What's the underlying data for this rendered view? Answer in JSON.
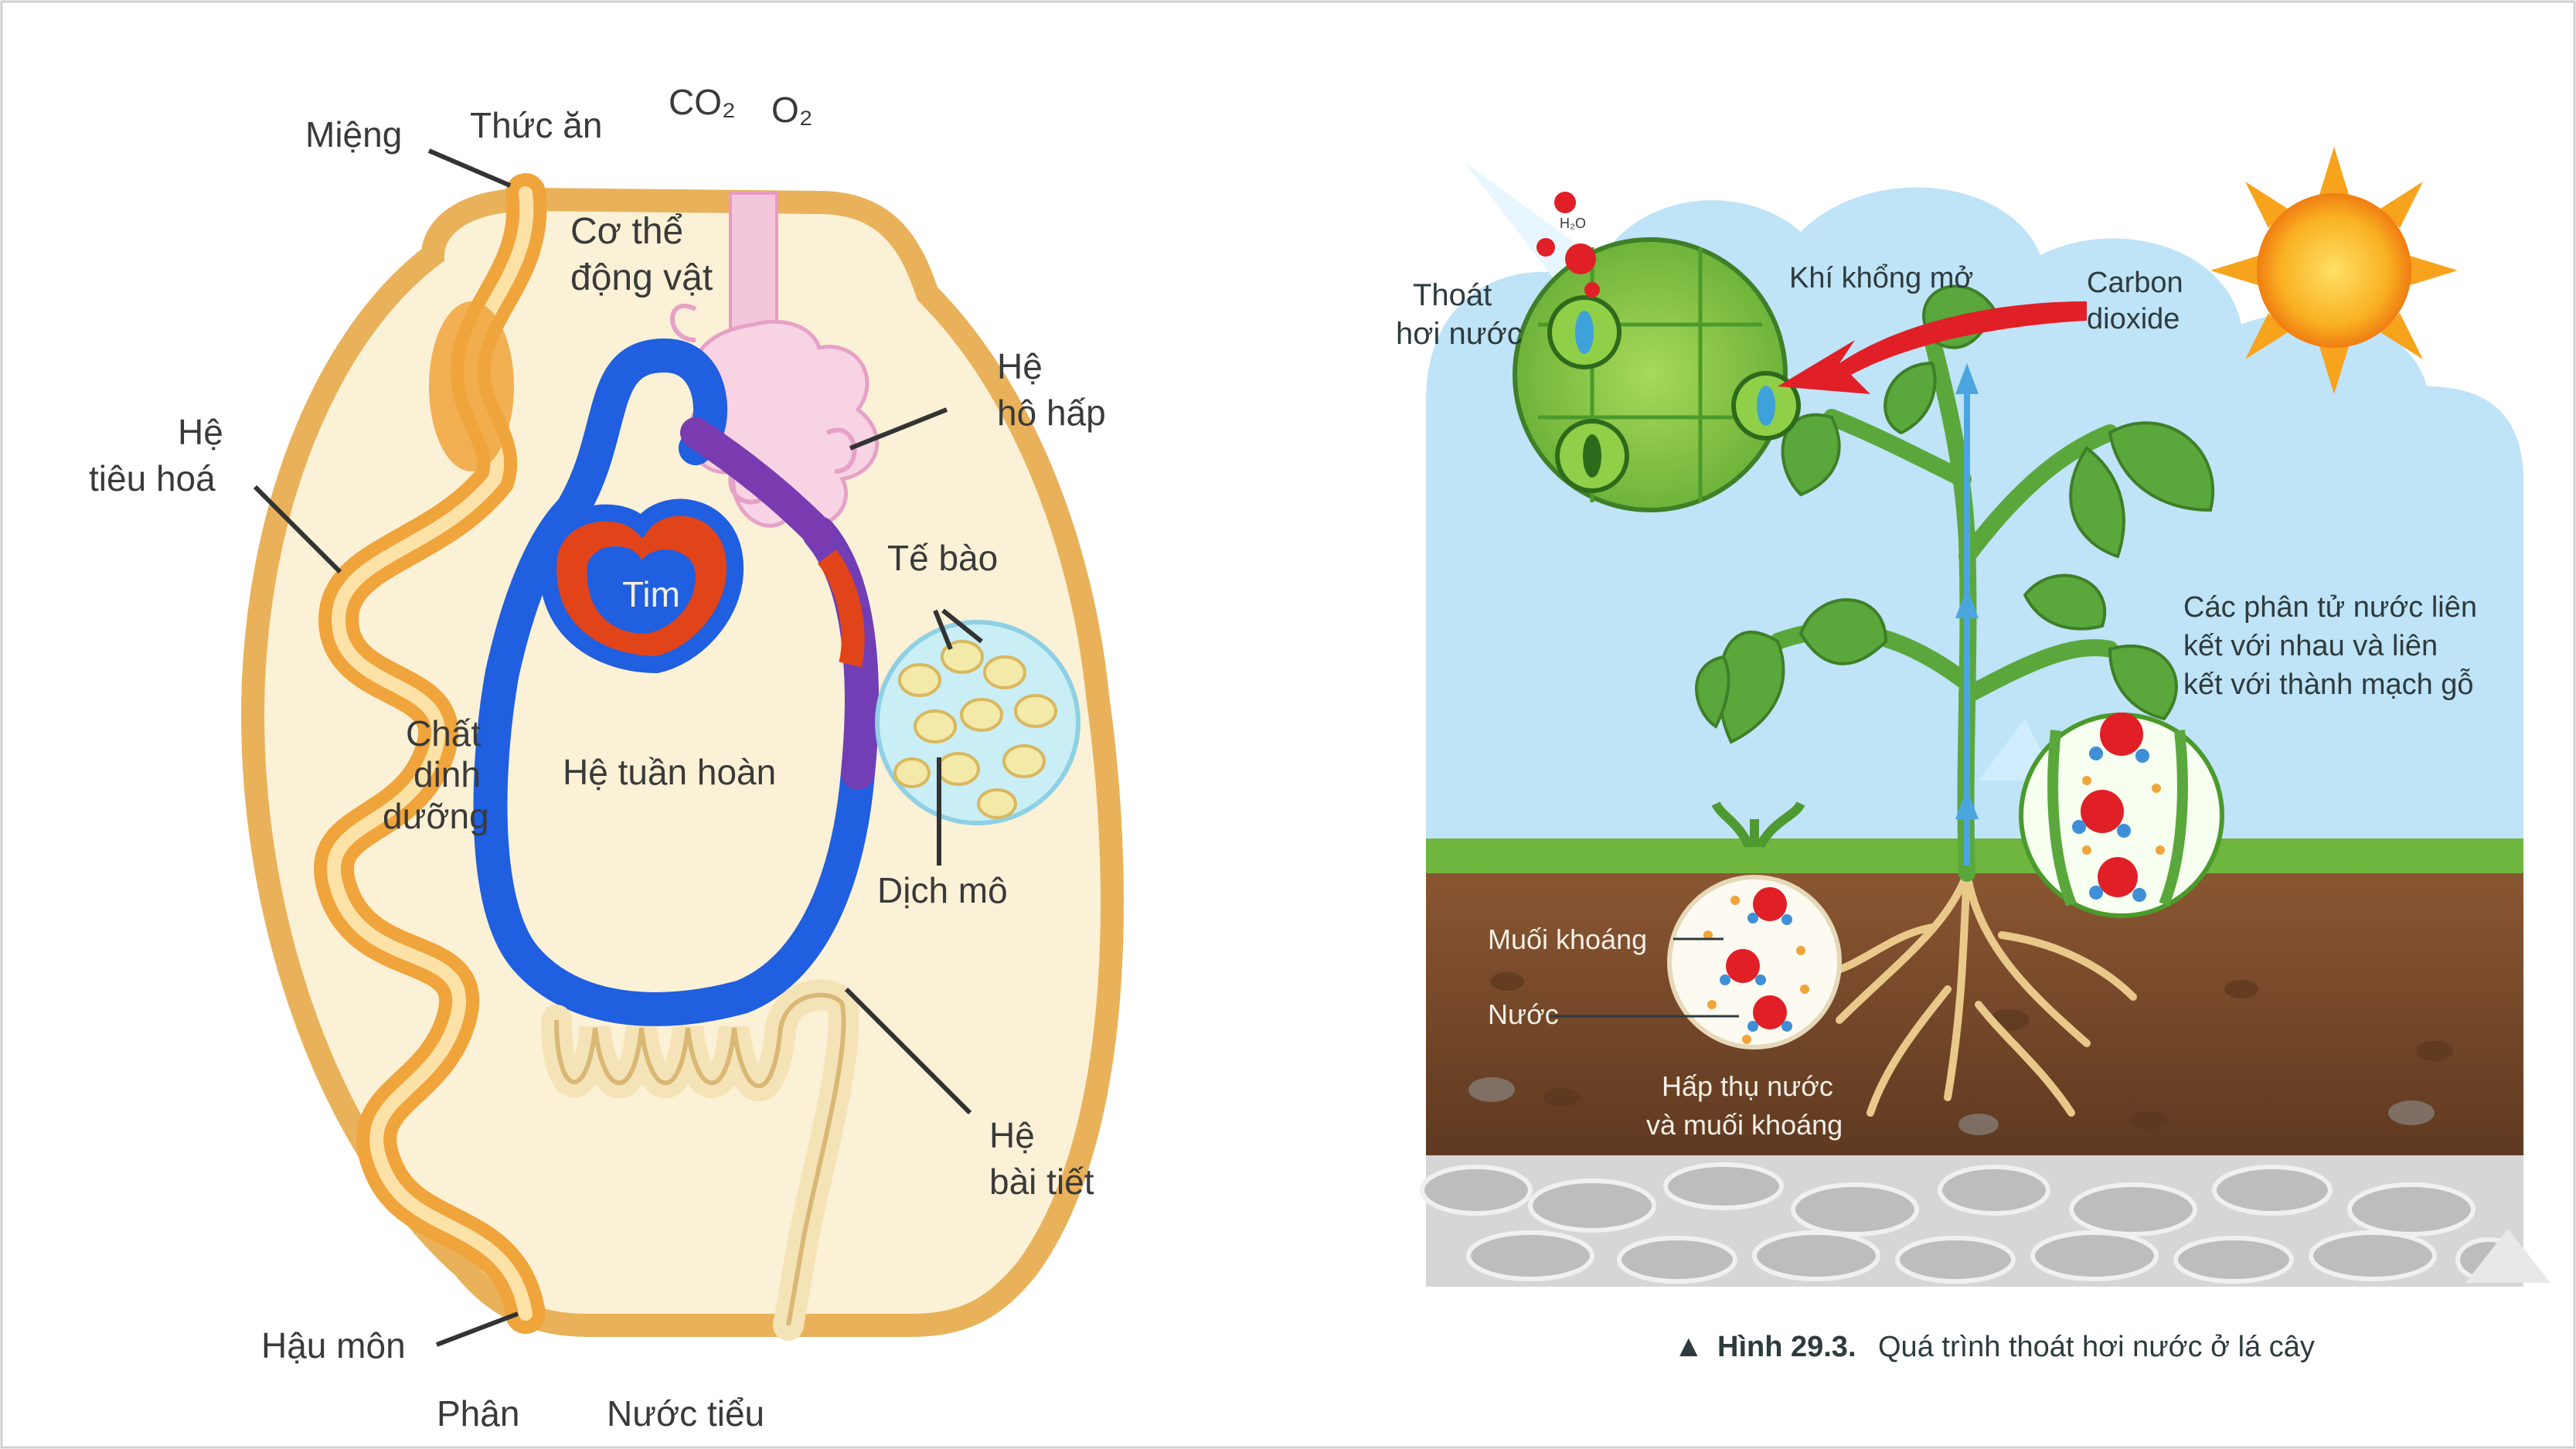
{
  "animal_diagram": {
    "labels": {
      "mouth": "Miệng",
      "food": "Thức ăn",
      "co2": "CO₂",
      "o2": "O₂",
      "body_line1": "Cơ thể",
      "body_line2": "động vật",
      "resp_line1": "Hệ",
      "resp_line2": "hô hấp",
      "digest_line1": "Hệ",
      "digest_line2": "tiêu hoá",
      "heart": "Tim",
      "cell": "Tế bào",
      "nutrient_line1": "Chất",
      "nutrient_line2": "dinh",
      "nutrient_line3": "dưỡng",
      "circulation": "Hệ tuần hoàn",
      "tissue_fluid": "Dịch mô",
      "excretory_line1": "Hệ",
      "excretory_line2": "bài tiết",
      "anus": "Hậu môn",
      "feces": "Phân",
      "urine": "Nước tiểu"
    },
    "colors": {
      "body_fill": "#fbf1d6",
      "body_outline": "#e9b25a",
      "circulation_blue": "#1f5fe0",
      "heart_red": "#e2441a",
      "respiratory_pink": "#f4c6dc",
      "cell_cyan": "#c9eef6"
    }
  },
  "plant_diagram": {
    "labels": {
      "transpiration_line1": "Thoát",
      "transpiration_line2": "hơi nước",
      "stomata": "Khí khổng mở",
      "carbon_line1": "Carbon",
      "carbon_line2": "dioxide",
      "bond_line1": "Các phân tử nước liên",
      "bond_line2": "kết với nhau và liên",
      "bond_line3": "kết với thành mạch gỗ",
      "mineral": "Muối khoáng",
      "water": "Nước",
      "absorb_line1": "Hấp thụ nước",
      "absorb_line2": "và muối khoáng",
      "molecule_h2o": "H₂O"
    },
    "caption": {
      "marker": "▲",
      "number": "Hình 29.3.",
      "text": "Quá trình thoát hơi nước ở lá cây"
    },
    "colors": {
      "sky": "#bfe3f7",
      "leaf_green": "#5aa83c",
      "soil_brown": "#7a4a2b",
      "rock_gray": "#c9c9c9",
      "sun_orange": "#f7a31c",
      "arrow_red": "#e11f26"
    }
  }
}
